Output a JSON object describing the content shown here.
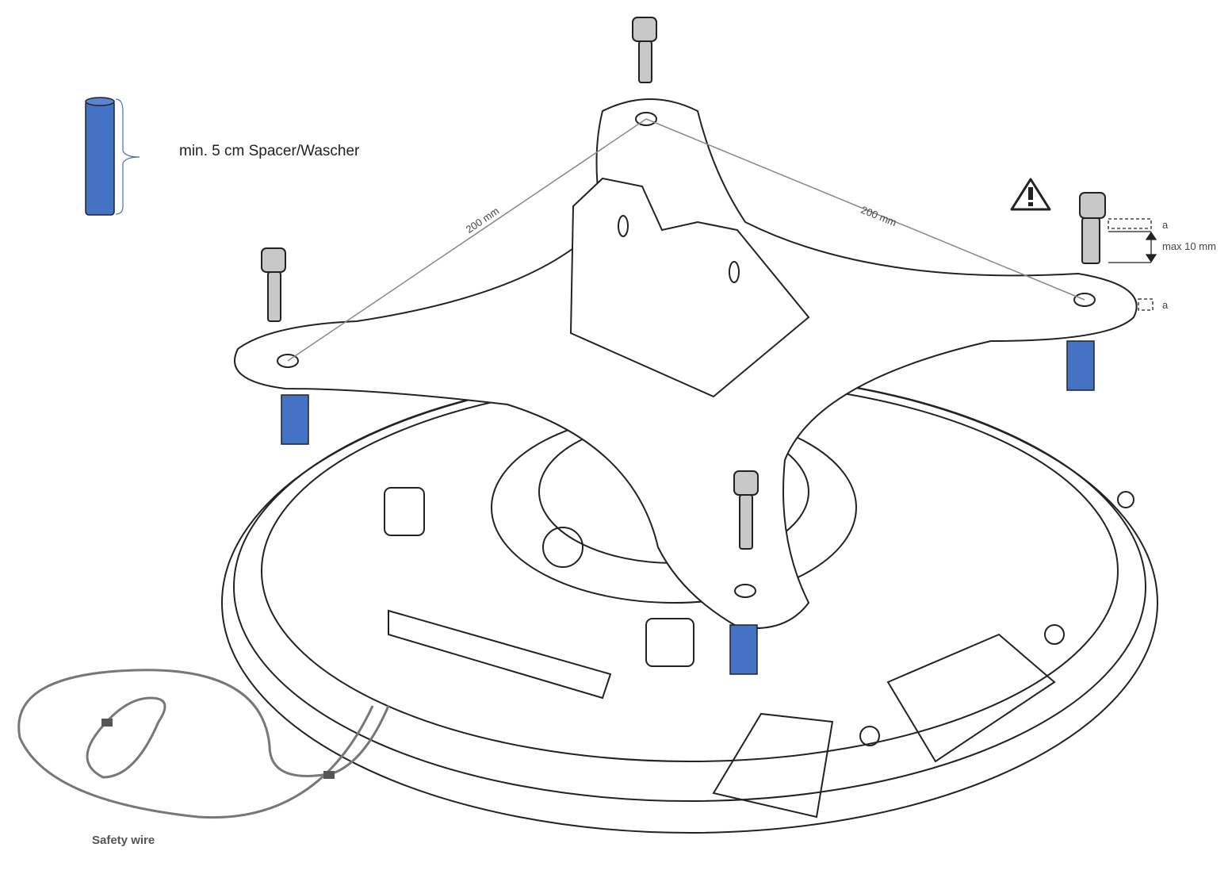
{
  "legend": {
    "spacer_label": "min. 5 cm Spacer/Wascher"
  },
  "dimensions": {
    "left_distance": "200 mm",
    "right_distance": "200 mm",
    "max_label": "max 10 mm",
    "a_top": "a",
    "a_bottom": "a"
  },
  "safety_wire_label": "Safety wire",
  "colors": {
    "spacer": "#4472C4",
    "line": "#222222",
    "screw": "#c8c8c8"
  },
  "icons": {
    "warning": "warning-triangle-icon"
  }
}
